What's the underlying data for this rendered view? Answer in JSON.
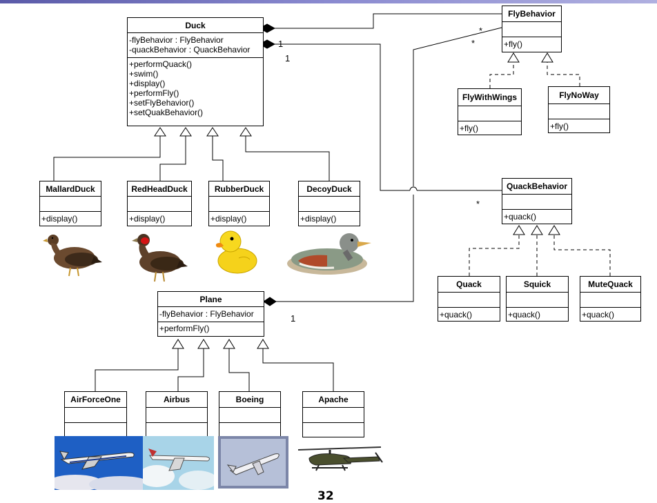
{
  "classes": {
    "duck": {
      "name": "Duck",
      "attrs": [
        "-flyBehavior : FlyBehavior",
        "-quackBehavior : QuackBehavior"
      ],
      "ops": [
        "+performQuack()",
        "+swim()",
        "+display()",
        "+performFly()",
        "+setFlyBehavior()",
        "+setQuakBehavior()"
      ]
    },
    "mallard": {
      "name": "MallardDuck",
      "ops": [
        "+display()"
      ]
    },
    "redhead": {
      "name": "RedHeadDuck",
      "ops": [
        "+display()"
      ]
    },
    "rubber": {
      "name": "RubberDuck",
      "ops": [
        "+display()"
      ]
    },
    "decoy": {
      "name": "DecoyDuck",
      "ops": [
        "+display()"
      ]
    },
    "flybehavior": {
      "name": "FlyBehavior",
      "ops": [
        "+fly()"
      ]
    },
    "flywithwings": {
      "name": "FlyWithWings",
      "ops": [
        "+fly()"
      ]
    },
    "flynoway": {
      "name": "FlyNoWay",
      "ops": [
        "+fly()"
      ]
    },
    "quackbehavior": {
      "name": "QuackBehavior",
      "ops": [
        "+quack()"
      ]
    },
    "quack": {
      "name": "Quack",
      "ops": [
        "+quack()"
      ]
    },
    "squick": {
      "name": "Squick",
      "ops": [
        "+quack()"
      ]
    },
    "mutequack": {
      "name": "MuteQuack",
      "ops": [
        "+quack()"
      ]
    },
    "plane": {
      "name": "Plane",
      "attrs": [
        "-flyBehavior : FlyBehavior"
      ],
      "ops": [
        "+performFly()"
      ]
    },
    "airforceone": {
      "name": "AirForceOne"
    },
    "airbus": {
      "name": "Airbus"
    },
    "boeing": {
      "name": "Boeing"
    },
    "apache": {
      "name": "Apache"
    }
  },
  "multiplicities": {
    "duck_fly_1": "1",
    "duck_quack_1": "1",
    "fly_star_a": "*",
    "fly_star_b": "*",
    "quack_star": "*",
    "plane_fly_1": "1"
  },
  "page_number": "32"
}
